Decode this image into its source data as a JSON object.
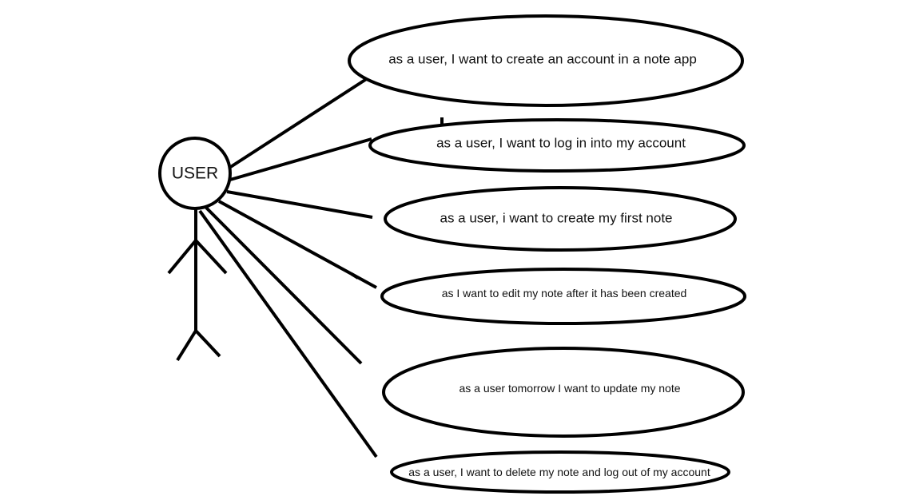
{
  "actor": {
    "label": "USER"
  },
  "use_cases": [
    {
      "id": "create-account",
      "label": "as a user, I want to create an account in a note app"
    },
    {
      "id": "log-in",
      "label": "as a user, I want to log in into my account"
    },
    {
      "id": "create-first-note",
      "label": "as a user, i want to create my first note"
    },
    {
      "id": "edit-note",
      "label": "as I want to edit my note after it has been created"
    },
    {
      "id": "update-note",
      "label": "as a user tomorrow I want to update my note"
    },
    {
      "id": "delete-note-log-out",
      "label": "as a user, I want to delete my note and log out of my account"
    }
  ],
  "colors": {
    "stroke": "#000000",
    "text": "#111111",
    "background": "#ffffff"
  }
}
